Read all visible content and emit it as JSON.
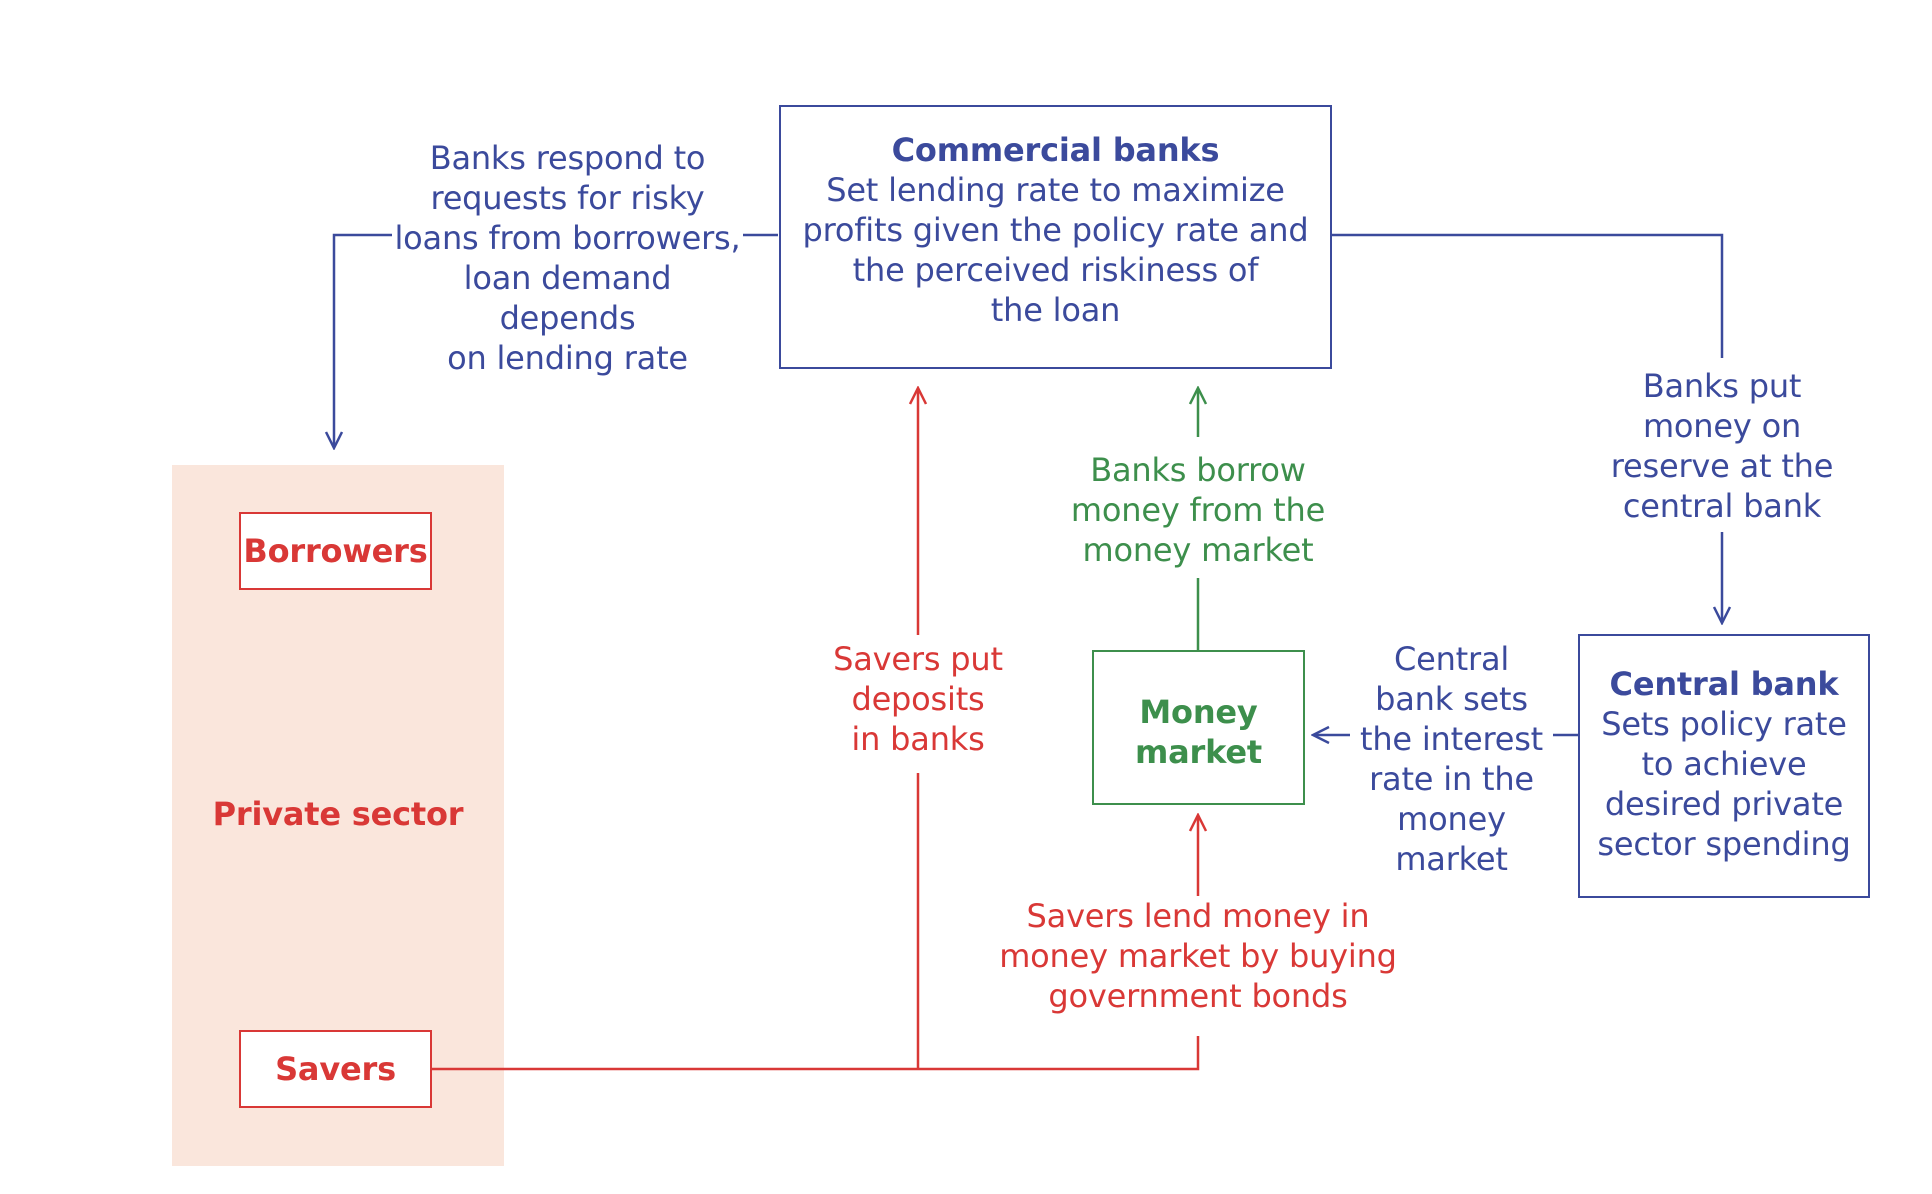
{
  "nodes": {
    "commercial_banks": {
      "title": "Commercial banks",
      "lines": [
        "Set lending rate to maximize",
        "profits given the policy rate and",
        "the perceived riskiness of",
        "the loan"
      ]
    },
    "central_bank": {
      "title": "Central bank",
      "lines": [
        "Sets policy rate",
        "to achieve",
        "desired private",
        "sector spending"
      ]
    },
    "money_market": {
      "lines": [
        "Money",
        "market"
      ]
    },
    "borrowers": {
      "label": "Borrowers"
    },
    "savers": {
      "label": "Savers"
    },
    "private_sector": {
      "label": "Private sector"
    }
  },
  "edges": {
    "banks_to_borrowers": {
      "lines": [
        "Banks respond to",
        "requests for risky",
        "loans from borrowers,",
        "loan demand depends",
        "on lending rate"
      ]
    },
    "banks_to_central_bank": {
      "lines": [
        "Banks put",
        "money on",
        "reserve at the",
        "central bank"
      ]
    },
    "money_market_to_banks": {
      "lines": [
        "Banks borrow",
        "money from the",
        "money market"
      ]
    },
    "central_bank_to_money_market": {
      "lines": [
        "Central",
        "bank sets",
        "the interest",
        "rate in the",
        "money",
        "market"
      ]
    },
    "savers_to_banks": {
      "lines": [
        "Savers put",
        "deposits",
        "in banks"
      ]
    },
    "savers_to_money_market": {
      "lines": [
        "Savers lend money in",
        "money market by buying",
        "government bonds"
      ]
    }
  },
  "colors": {
    "blue": "#3b4a9c",
    "red": "#d93836",
    "green": "#3d8f4c",
    "private_sector_fill": "#fae6dc"
  }
}
